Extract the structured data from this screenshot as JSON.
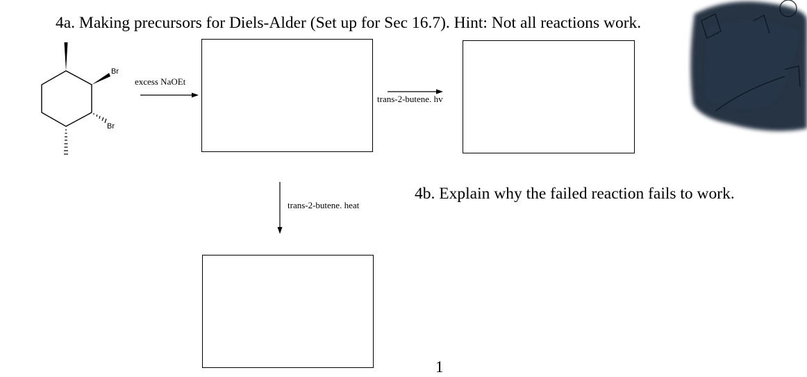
{
  "heading": "4a. Making precursors for Diels-Alder (Set up for Sec 16.7). Hint: Not all reactions work.",
  "question_4b": "4b. Explain why the failed reaction fails to work.",
  "page_number": "1",
  "molecule": {
    "substituent_labels": [
      "Br",
      "Br"
    ]
  },
  "reactions": [
    {
      "reagent": "excess NaOEt"
    },
    {
      "reagent": "trans-2-butene. hv"
    },
    {
      "reagent": "trans-2-butene. heat"
    }
  ],
  "colors": {
    "ink": "#000000",
    "background": "#ffffff",
    "scribble": "#1a2a3a"
  }
}
